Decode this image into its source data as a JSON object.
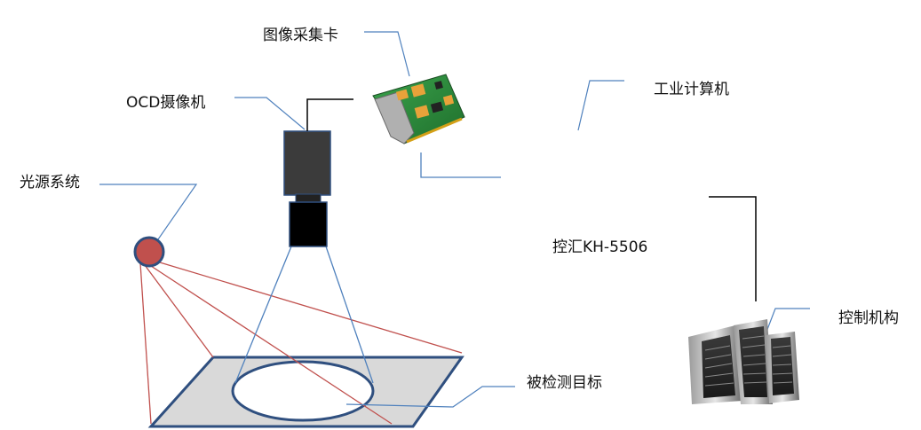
{
  "labels": {
    "image_capture_card": "图像采集卡",
    "ocd_camera": "OCD摄像机",
    "industrial_computer": "工业计算机",
    "light_source_system": "光源系统",
    "computer_model": "控汇KH-5506",
    "control_mechanism": "控制机构",
    "inspected_target": "被检测目标"
  },
  "colors": {
    "leader_line": "#4f81bd",
    "light_ray": "#c0504d",
    "light_fill": "#c0504d",
    "light_stroke": "#2f4f7f",
    "camera_body": "#3b3b3b",
    "lens": "#000000",
    "plane_fill": "#d9d9d9",
    "plane_stroke": "#2f4f7f",
    "pcb_green": "#2e8b3e"
  }
}
